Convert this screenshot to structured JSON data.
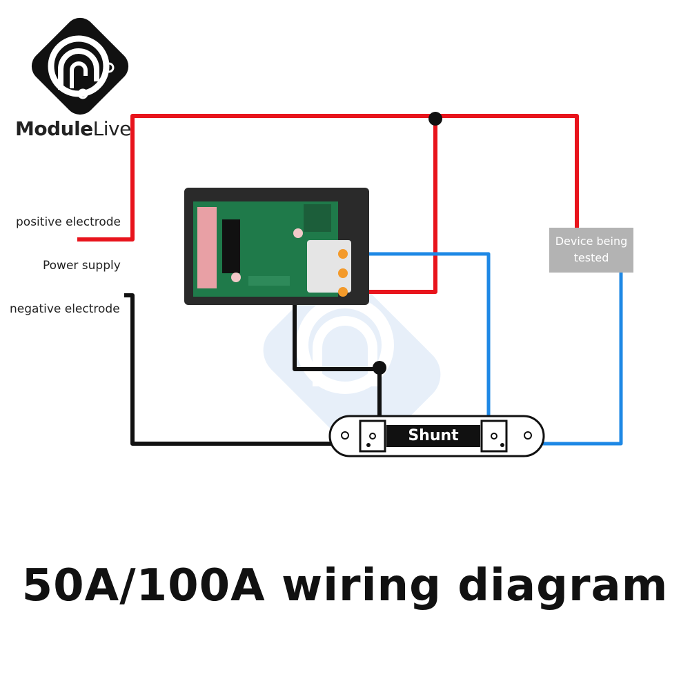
{
  "brand": {
    "name_bold": "Module",
    "name_thin": "Live",
    "logo_icon": "module-live-logo-icon",
    "logo_color": "#111111"
  },
  "labels": {
    "positive": "positive electrode",
    "power": "Power supply",
    "negative": "negative electrode"
  },
  "device": {
    "line1": "Device being",
    "line2": "tested",
    "color": "#b3b3b3"
  },
  "shunt": {
    "label": "Shunt"
  },
  "title": "50A/100A wiring diagram",
  "colors": {
    "positive_wire": "#e8141c",
    "negative_wire": "#111111",
    "signal_wire": "#1e88e5",
    "terminal": "#f39a2b",
    "watermark": "#cfe0f3"
  }
}
